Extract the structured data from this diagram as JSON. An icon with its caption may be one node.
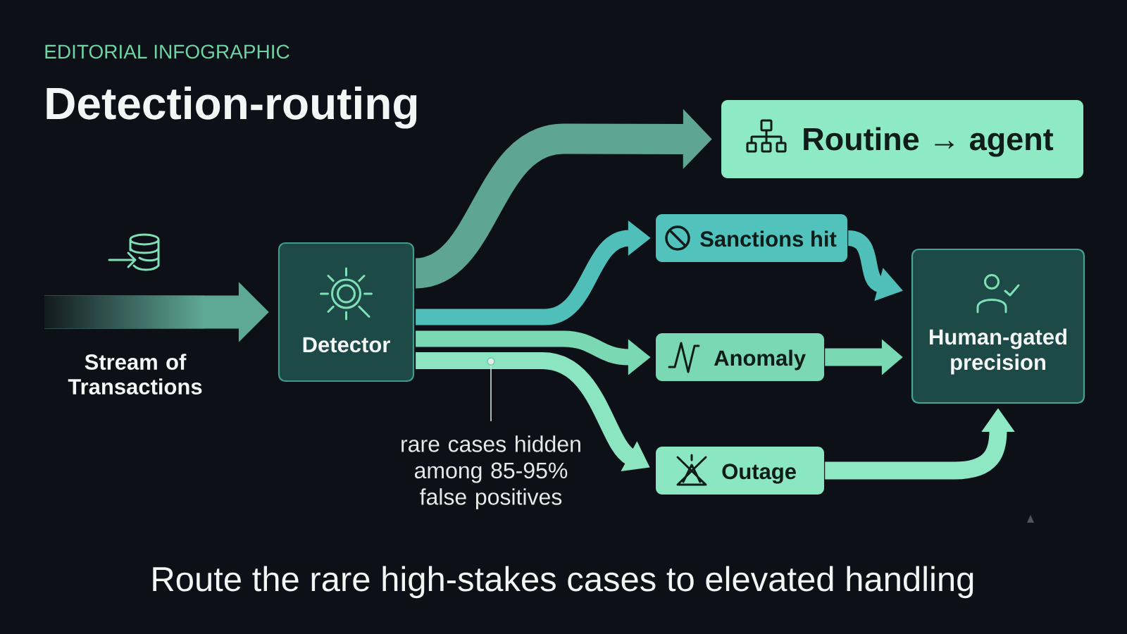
{
  "diagram": {
    "title": "Detection-routing",
    "caption": "Route the rare high-stakes cases to elevated handling",
    "nodes": [
      {
        "text": [
          "Detector"
        ]
      },
      {
        "text": [
          "Routine → agent"
        ]
      },
      {
        "text": [
          "Sanctions hit"
        ]
      },
      {
        "text": [
          "Anomaly"
        ]
      },
      {
        "text": [
          "Outage"
        ]
      },
      {
        "text": [
          "Human-gated precision"
        ]
      },
      {
        "text": [
          "rare cases hidden among 85-95% false positives"
        ]
      },
      {
        "text": [],
        "shape": "circle"
      }
    ],
    "edges": [
      {
        "from": null,
        "to": 0,
        "arrow": "to",
        "label": "Stream of Transactions",
        "style": "thick",
        "color": "#5ea896"
      },
      {
        "from": 0,
        "to": 1,
        "arrow": "to",
        "color": "#5ea593"
      },
      {
        "from": 0,
        "to": 2,
        "arrow": "to",
        "color": "#50bfba"
      },
      {
        "from": 0,
        "to": 3,
        "arrow": "to",
        "color": "#7ad8b3"
      },
      {
        "from": 0,
        "to": 4,
        "arrow": "to",
        "color": "#8ae5c0"
      },
      {
        "from": 2,
        "to": 5,
        "arrow": "to",
        "color": "#50bfba"
      },
      {
        "from": 3,
        "to": 5,
        "arrow": "to",
        "color": "#7ad8b3"
      },
      {
        "from": 4,
        "to": 5,
        "arrow": "to",
        "color": "#8ee8c4"
      },
      {
        "from": 6,
        "to": 7,
        "arrow": "none",
        "color": "#cfe3dc"
      }
    ],
    "labels": [
      "EDITORIAL INFOGRAPHIC"
    ]
  }
}
